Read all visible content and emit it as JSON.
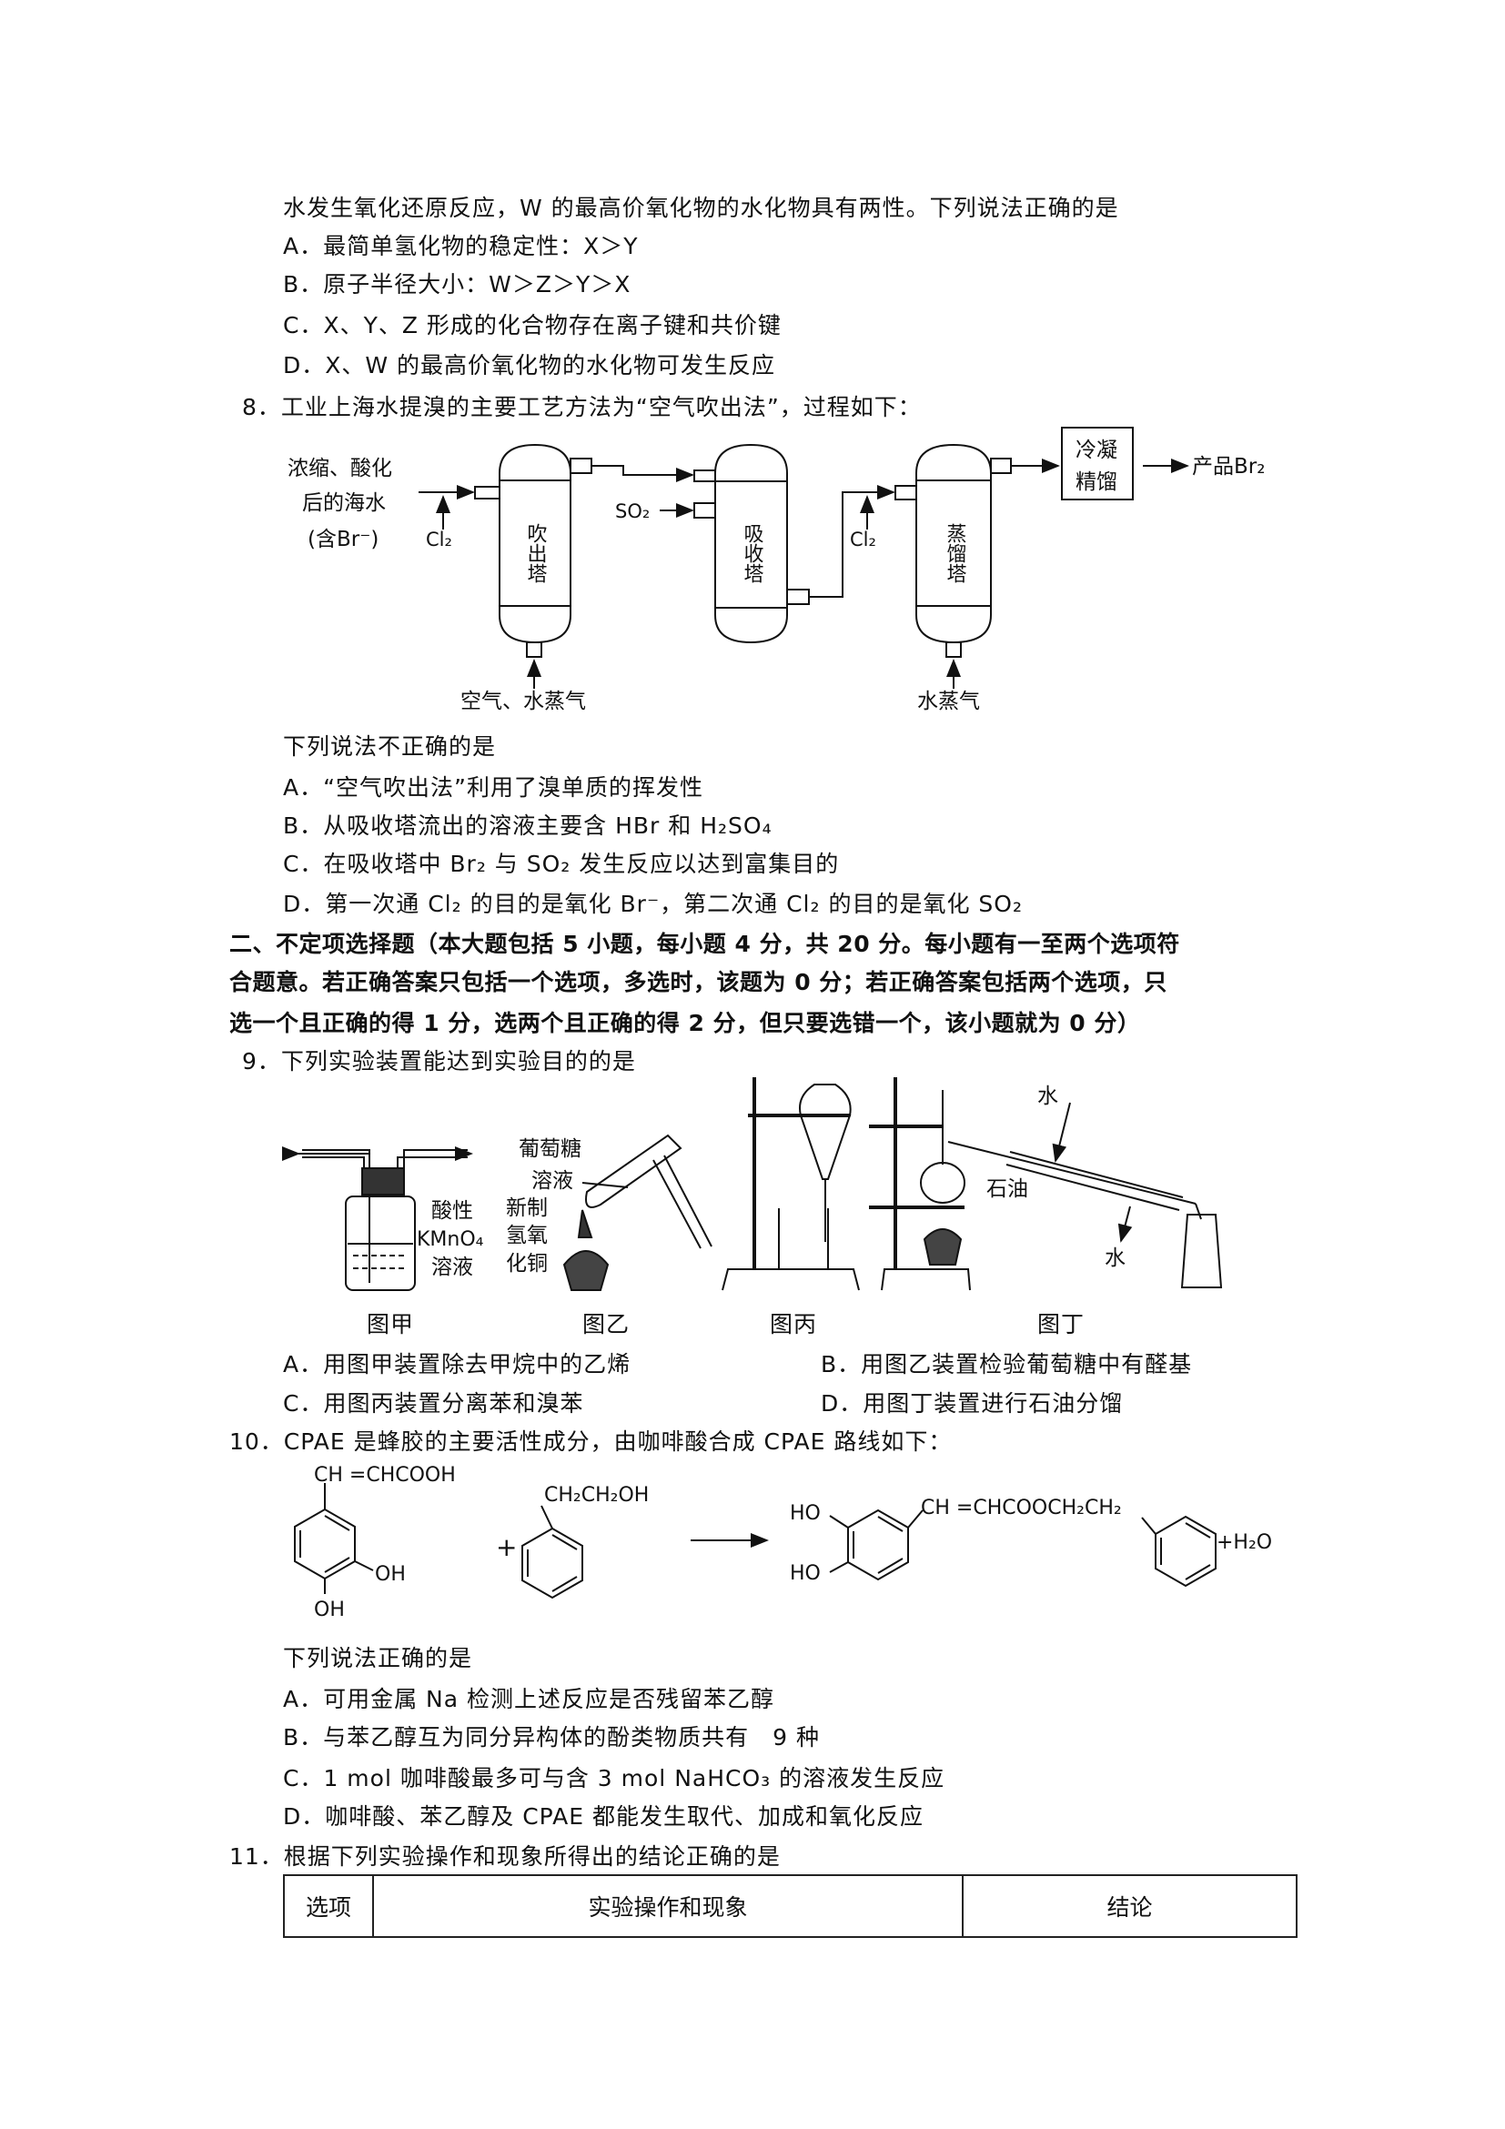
{
  "q7": {
    "stem_tail": "水发生氧化还原反应，W 的最高价氧化物的水化物具有两性。下列说法正确的是",
    "options": [
      "A．最简单氢化物的稳定性：X＞Y",
      "B．原子半径大小：W＞Z＞Y＞X",
      "C．X、Y、Z 形成的化合物存在离子键和共价键",
      "D．X、W 的最高价氧化物的水化物可发生反应"
    ]
  },
  "q8": {
    "stem": "8．工业上海水提溴的主要工艺方法为“空气吹出法”，过程如下：",
    "diagram": {
      "feed_line1": "浓缩、酸化",
      "feed_line2": "后的海水",
      "feed_line3": "(含Br⁻)",
      "cl2_1": "Cl₂",
      "tower1": "吹出塔",
      "so2": "SO₂",
      "tower2": "吸收塔",
      "cl2_2": "Cl₂",
      "tower3": "蒸馏塔",
      "box_line1": "冷凝",
      "box_line2": "精馏",
      "product": "产品Br₂",
      "bottom1": "空气、水蒸气",
      "bottom3": "水蒸气"
    },
    "question": "下列说法不正确的是",
    "options": [
      "A．“空气吹出法”利用了溴单质的挥发性",
      "B．从吸收塔流出的溶液主要含 HBr 和 H₂SO₄",
      "C．在吸收塔中 Br₂ 与 SO₂ 发生反应以达到富集目的",
      "D．第一次通 Cl₂ 的目的是氧化 Br⁻，第二次通 Cl₂ 的目的是氧化 SO₂"
    ]
  },
  "section2": {
    "lines": [
      "二、不定项选择题（本大题包括 5 小题，每小题 4 分，共 20 分。每小题有一至两个选项符",
      "合题意。若正确答案只包括一个选项，多选时，该题为 0 分；若正确答案包括两个选项，只",
      "选一个且正确的得 1 分，选两个且正确的得 2 分，但只要选错一个，该小题就为 0 分）"
    ]
  },
  "q9": {
    "stem": "9．下列实验装置能达到实验目的的是",
    "diagram": {
      "jia_l1": "酸性",
      "jia_l2": "KMnO₄",
      "jia_l3": "溶液",
      "yi_l1": "葡萄糖",
      "yi_l2": "溶液",
      "yi_l3": "新制",
      "yi_l4": "氢氧",
      "yi_l5": "化铜",
      "ding_water_in": "水",
      "ding_oil": "石油",
      "ding_water_out": "水"
    },
    "figure_labels": [
      "图甲",
      "图乙",
      "图丙",
      "图丁"
    ],
    "options": [
      "A．用图甲装置除去甲烷中的乙烯",
      "B．用图乙装置检验葡萄糖中有醛基",
      "C．用图丙装置分离苯和溴苯",
      "D．用图丁装置进行石油分馏"
    ]
  },
  "q10": {
    "stem": "10．CPAE 是蜂胶的主要活性成分，由咖啡酸合成 CPAE 路线如下：",
    "reaction": {
      "r1_chain": "CH =CHCOOH",
      "r1_oh1": "OH",
      "r1_oh2": "OH",
      "plus": "+",
      "r2_chain": "CH₂CH₂OH",
      "p_ho1": "HO",
      "p_ho2": "HO",
      "p_chain": "CH =CHCOOCH₂CH₂",
      "p_water": "+H₂O"
    },
    "question": "下列说法正确的是",
    "options": [
      "A．可用金属 Na 检测上述反应是否残留苯乙醇",
      "B．与苯乙醇互为同分异构体的酚类物质共有　9 种",
      "C．1 mol 咖啡酸最多可与含 3 mol NaHCO₃ 的溶液发生反应",
      "D．咖啡酸、苯乙醇及 CPAE 都能发生取代、加成和氧化反应"
    ]
  },
  "q11": {
    "stem": "11．根据下列实验操作和现象所得出的结论正确的是",
    "table_headers": [
      "选项",
      "实验操作和现象",
      "结论"
    ]
  }
}
